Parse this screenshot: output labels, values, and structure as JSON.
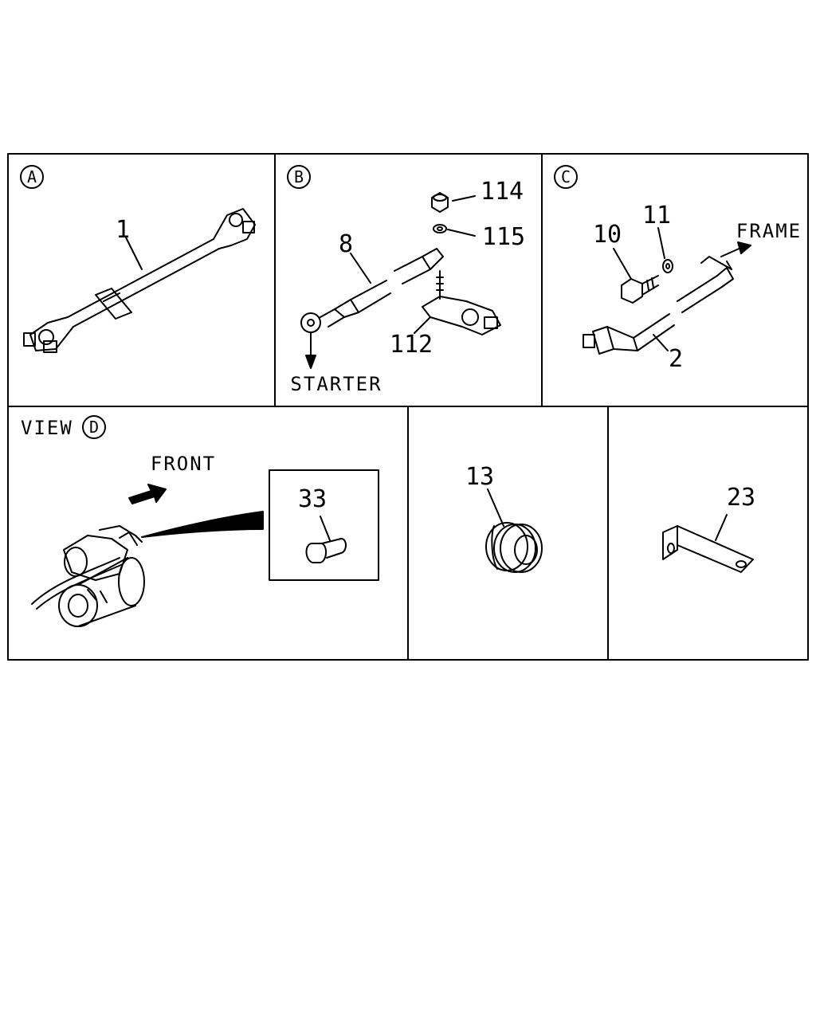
{
  "panels": {
    "a": {
      "letter": "A",
      "parts": [
        "1"
      ]
    },
    "b": {
      "letter": "B",
      "parts": [
        "8",
        "114",
        "115",
        "112"
      ],
      "note": "STARTER"
    },
    "c": {
      "letter": "C",
      "parts": [
        "10",
        "11",
        "2"
      ],
      "note": "FRAME"
    },
    "d": {
      "view_word": "VIEW",
      "letter": "D",
      "front": "FRONT",
      "inset_part": "33"
    },
    "e": {
      "part": "13"
    },
    "f": {
      "part": "23"
    }
  }
}
